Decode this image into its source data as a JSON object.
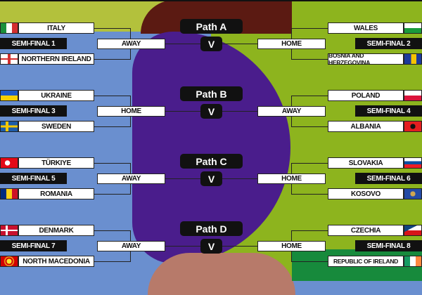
{
  "colors": {
    "left_top": "#b3c13c",
    "left": "#6a8fcf",
    "purple": "#4a1d8c",
    "maroon": "#5b1a12",
    "right": "#8db41e",
    "bottom_pink": "#b77a6a",
    "bottom_green": "#178a3c"
  },
  "paths": [
    {
      "label": "Path A",
      "versus": "V",
      "left": {
        "team1": "ITALY",
        "flag1": "italy",
        "semi": "SEMI-FINAL 1",
        "team2": "NORTHERN IRELAND",
        "flag2": "northern-ireland",
        "venue": "AWAY"
      },
      "right": {
        "team1": "WALES",
        "flag1": "wales",
        "semi": "SEMI-FINAL 2",
        "team2": "BOSNIA AND HERZEGOVINA",
        "flag2": "bosnia",
        "venue": "HOME"
      }
    },
    {
      "label": "Path B",
      "versus": "V",
      "left": {
        "team1": "UKRAINE",
        "flag1": "ukraine",
        "semi": "SEMI-FINAL 3",
        "team2": "SWEDEN",
        "flag2": "sweden",
        "venue": "HOME"
      },
      "right": {
        "team1": "POLAND",
        "flag1": "poland",
        "semi": "SEMI-FINAL 4",
        "team2": "ALBANIA",
        "flag2": "albania",
        "venue": "AWAY"
      }
    },
    {
      "label": "Path C",
      "versus": "V",
      "left": {
        "team1": "TÜRKIYE",
        "flag1": "turkiye",
        "semi": "SEMI-FINAL 5",
        "team2": "ROMANIA",
        "flag2": "romania",
        "venue": "AWAY"
      },
      "right": {
        "team1": "SLOVAKIA",
        "flag1": "slovakia",
        "semi": "SEMI-FINAL 6",
        "team2": "KOSOVO",
        "flag2": "kosovo",
        "venue": "HOME"
      }
    },
    {
      "label": "Path D",
      "versus": "V",
      "left": {
        "team1": "DENMARK",
        "flag1": "denmark",
        "semi": "SEMI-FINAL 7",
        "team2": "NORTH MACEDONIA",
        "flag2": "north-macedonia",
        "venue": "AWAY"
      },
      "right": {
        "team1": "CZECHIA",
        "flag1": "czechia",
        "semi": "SEMI-FINAL 8",
        "team2": "REPUBLIC OF IRELAND",
        "flag2": "ireland",
        "venue": "HOME"
      }
    }
  ]
}
